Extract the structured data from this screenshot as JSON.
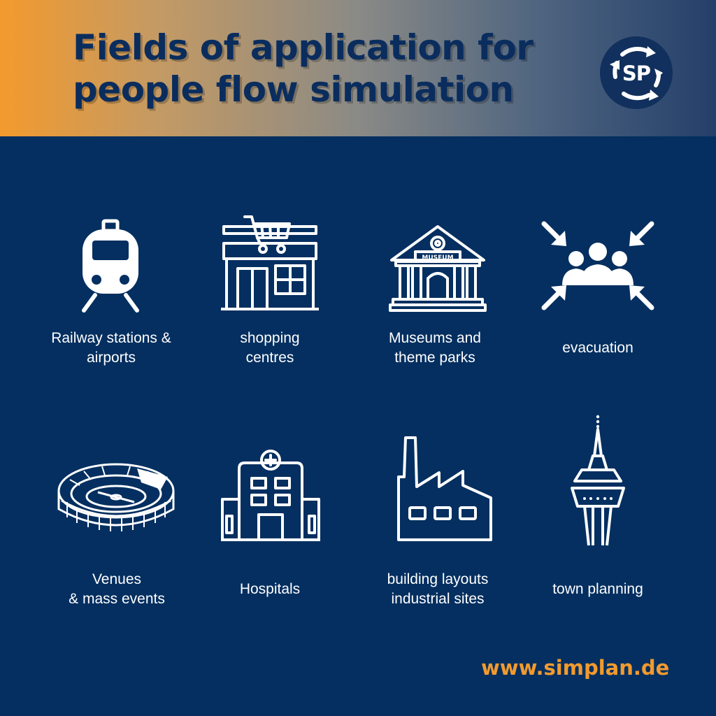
{
  "header": {
    "title_line1": "Fields of application for",
    "title_line2": "people flow simulation",
    "logo_text": "SP"
  },
  "items": [
    {
      "icon": "train-icon",
      "line1": "Railway stations &",
      "line2": "airports"
    },
    {
      "icon": "shopping-cart-store-icon",
      "line1": "shopping",
      "line2": "centres"
    },
    {
      "icon": "museum-icon",
      "sign": "MUSEUM",
      "line1": "Museums and",
      "line2": "theme parks"
    },
    {
      "icon": "evacuation-group-icon",
      "line1": "evacuation",
      "line2": ""
    },
    {
      "icon": "stadium-icon",
      "line1": "Venues",
      "line2": "& mass events"
    },
    {
      "icon": "hospital-icon",
      "line1": "Hospitals",
      "line2": ""
    },
    {
      "icon": "factory-icon",
      "line1": "building layouts",
      "line2": "industrial sites"
    },
    {
      "icon": "tv-tower-icon",
      "line1": "town planning",
      "line2": ""
    }
  ],
  "footer": {
    "url": "www.simplan.de"
  },
  "colors": {
    "background": "#042f60",
    "accent": "#f39a2e",
    "title": "#0a2d5e",
    "icon": "#ffffff"
  }
}
